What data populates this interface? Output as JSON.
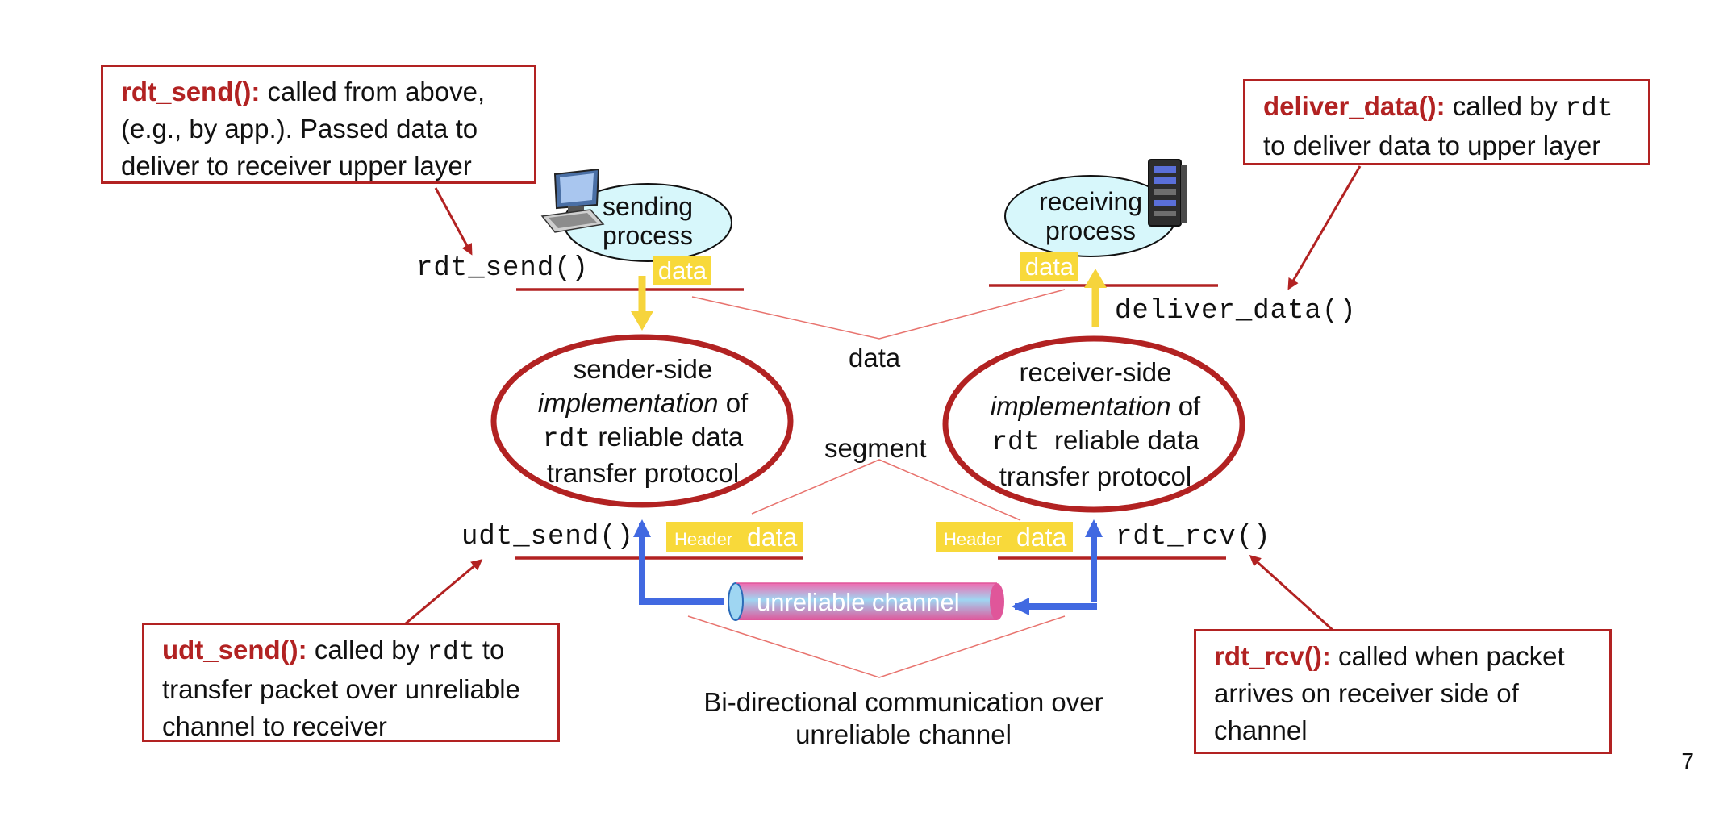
{
  "callouts": {
    "rdt_send": {
      "name": "rdt_send():",
      "desc": " called from above, (e.g., by app.). Passed data to deliver to receiver upper layer"
    },
    "deliver_data": {
      "name": "deliver_data():",
      "desc_a": " called by ",
      "code": "rdt",
      "desc_b": " to deliver data to upper layer"
    },
    "udt_send": {
      "name": "udt_send():",
      "desc_a": " called by ",
      "code": "rdt",
      "desc_b": " to transfer packet over unreliable channel to receiver"
    },
    "rdt_rcv": {
      "name": "rdt_rcv():",
      "desc": " called when packet arrives on receiver side of channel"
    }
  },
  "processes": {
    "sending": {
      "line1": "sending",
      "line2": "process"
    },
    "receiving": {
      "line1": "receiving",
      "line2": "process"
    }
  },
  "interfaces": {
    "rdt_send": "rdt_send()",
    "deliver_data": "deliver_data()",
    "udt_send": "udt_send()",
    "rdt_rcv": "rdt_rcv()"
  },
  "tags": {
    "data": "data",
    "header": "Header"
  },
  "sender_impl": {
    "line1": "sender-side",
    "italic": "implementation",
    "of": " of",
    "code": "rdt",
    "rest": " reliable data",
    "line4": "transfer protocol"
  },
  "receiver_impl": {
    "line1": "receiver-side",
    "italic": "implementation",
    "of": " of",
    "code": "rdt",
    "rest": "  reliable data",
    "line4": "transfer protocol"
  },
  "labels": {
    "data": "data",
    "segment": "segment",
    "channel": "unreliable channel",
    "bidir_1": "Bi-directional communication over",
    "bidir_2": "unreliable channel"
  },
  "page_number": "7",
  "colors": {
    "accent_red": "#b22222",
    "tag_yellow": "#f8d93a",
    "arrow_blue": "#4169e1",
    "bubble": "#d7f7fb"
  }
}
